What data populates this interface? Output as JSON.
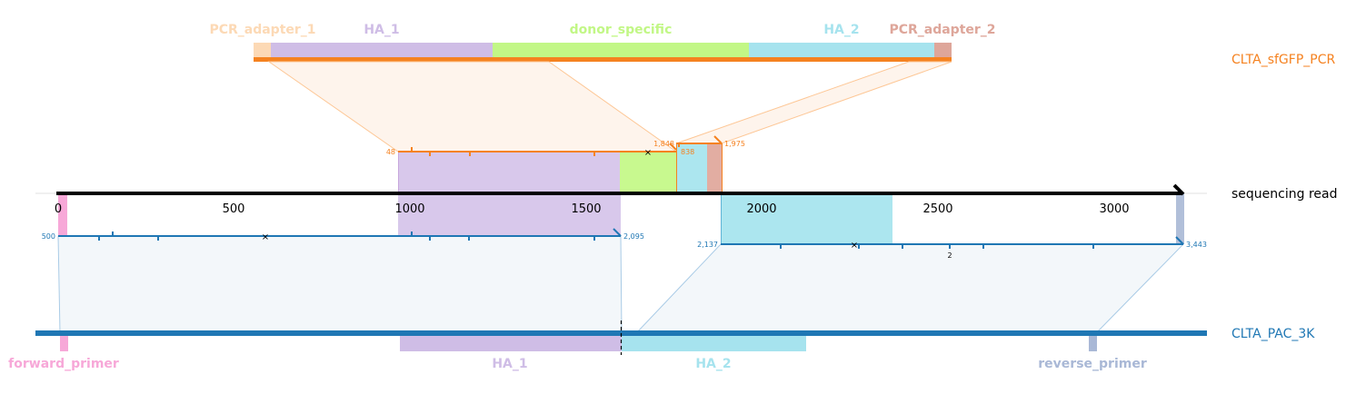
{
  "top_track": {
    "name": "CLTA_sfGFP_PCR",
    "color": "#f58220",
    "features": [
      {
        "label": "PCR_adapter_1",
        "color": "#fcd9b5"
      },
      {
        "label": "HA_1",
        "color": "#cfbde6"
      },
      {
        "label": "donor_specific",
        "color": "#c2f786"
      },
      {
        "label": "HA_2",
        "color": "#a6e3ee"
      },
      {
        "label": "PCR_adapter_2",
        "color": "#dea69a"
      }
    ]
  },
  "read_track": {
    "name": "sequencing read",
    "ticks": [
      "0",
      "500",
      "1000",
      "1500",
      "2000",
      "2500",
      "3000"
    ],
    "tick_values": [
      0,
      500,
      1000,
      1500,
      2000,
      2500,
      3000
    ]
  },
  "top_alignment": {
    "numbers": [
      "48",
      "1,848",
      "838",
      "1,975"
    ],
    "color": "#f58220"
  },
  "bottom_alignments": [
    {
      "start_label": "500",
      "end_label": "2,095"
    },
    {
      "start_label": "2,137",
      "end_label": "3,443",
      "extra_label": "2"
    }
  ],
  "bottom_track": {
    "name": "CLTA_PAC_3K",
    "color": "#1f77b4",
    "features": [
      {
        "label": "forward_primer",
        "color": "#f7a8d8"
      },
      {
        "label": "HA_1",
        "color": "#cfbde6"
      },
      {
        "label": "HA_2",
        "color": "#a6e3ee"
      },
      {
        "label": "reverse_primer",
        "color": "#a9b8d6"
      }
    ]
  }
}
